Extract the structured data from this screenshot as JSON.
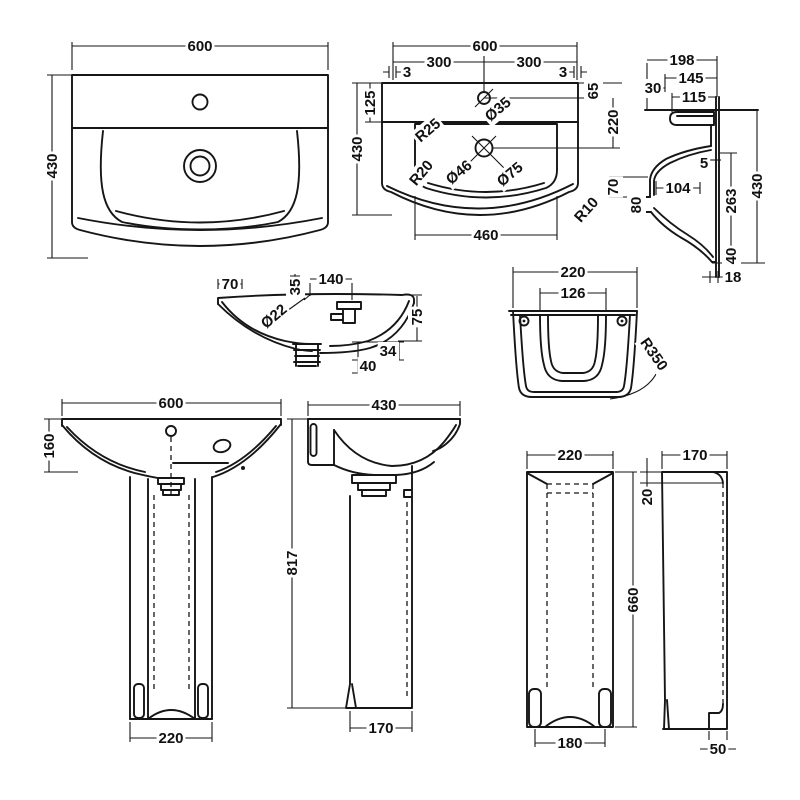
{
  "drawing": {
    "product": "Basin and full pedestal technical drawing",
    "line_color": "#161616",
    "background_color": "#ffffff"
  },
  "views": {
    "basin_front": {
      "name": "basin front view",
      "dims": {
        "width": "600",
        "height": "430"
      }
    },
    "basin_plan": {
      "name": "basin plan view",
      "dims": {
        "width": "600",
        "left_half": "300",
        "right_half": "300",
        "left_edge": "3",
        "right_edge": "3",
        "deck_depth": "125",
        "depth": "430",
        "tap_hole_dia": "Ø35",
        "tap_hole_offset": "65",
        "drain_offset": "220",
        "radius_rear": "R25",
        "radius_front": "R20",
        "drain_dia_inner": "Ø46",
        "drain_dia_outer": "Ø75",
        "radius_outer": "R10",
        "bowl_width": "460"
      }
    },
    "basin_side_section": {
      "name": "basin side section",
      "dims": {
        "depth_total": "198",
        "depth_deck": "145",
        "depth_tap": "115",
        "rear_offset": "30",
        "gap": "5",
        "bowl_rear": "104",
        "overflow_upper": "70",
        "overflow_lower": "80",
        "height_lower": "263",
        "tip_height": "40",
        "height_total": "430",
        "apron_width": "18"
      }
    },
    "basin_section_front": {
      "name": "basin sectional front view",
      "dims": {
        "rim_offset": "70",
        "tap_rise": "35",
        "tap_spacing": "140",
        "hole_dia": "Ø22",
        "bowl_depth": "75",
        "boss_height": "34",
        "boss_bottom": "40"
      }
    },
    "pedestal_plan": {
      "name": "pedestal plan view",
      "dims": {
        "width": "220",
        "inner_width": "126",
        "radius": "R350"
      }
    },
    "basin_pedestal_front": {
      "name": "basin with pedestal front view",
      "dims": {
        "width": "600",
        "basin_height": "160",
        "base_width": "220"
      }
    },
    "basin_pedestal_side": {
      "name": "basin with pedestal side view",
      "dims": {
        "depth": "430",
        "total_height": "817",
        "base_depth": "170"
      }
    },
    "pedestal_front": {
      "name": "pedestal front view",
      "dims": {
        "width": "220",
        "height": "660",
        "feet_spacing": "180"
      }
    },
    "pedestal_side": {
      "name": "pedestal side view",
      "dims": {
        "depth": "170",
        "top_recess": "20",
        "bottom_recess": "50"
      }
    }
  }
}
